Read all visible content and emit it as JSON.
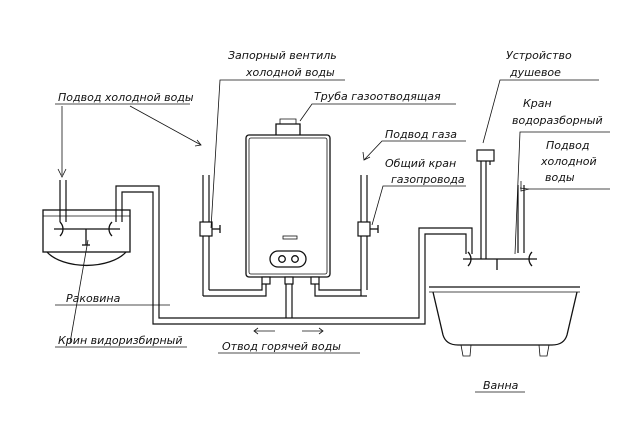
{
  "labels": {
    "shutoff_valve_line1": "Запорный вентиль",
    "shutoff_valve_line2": "холодной воды",
    "cold_water_supply_left": "Подвод холодной воды",
    "flue_pipe": "Труба газоотводящая",
    "gas_supply": "Подвод газа",
    "common_valve_line1": "Общий кран",
    "common_valve_line2": "газопровода",
    "shower_line1": "Устройство",
    "shower_line2": "душевое",
    "mixer_line1": "Кран",
    "mixer_line2": "водоразборный",
    "cold_right_line1": "Подвод",
    "cold_right_line2": "холодной",
    "cold_right_line3": "воды",
    "sink": "Раковина",
    "sink_faucet": "Крин видоризбирный",
    "hot_water_outlet": "Отвод горячей воды",
    "bathtub": "Ванна"
  }
}
